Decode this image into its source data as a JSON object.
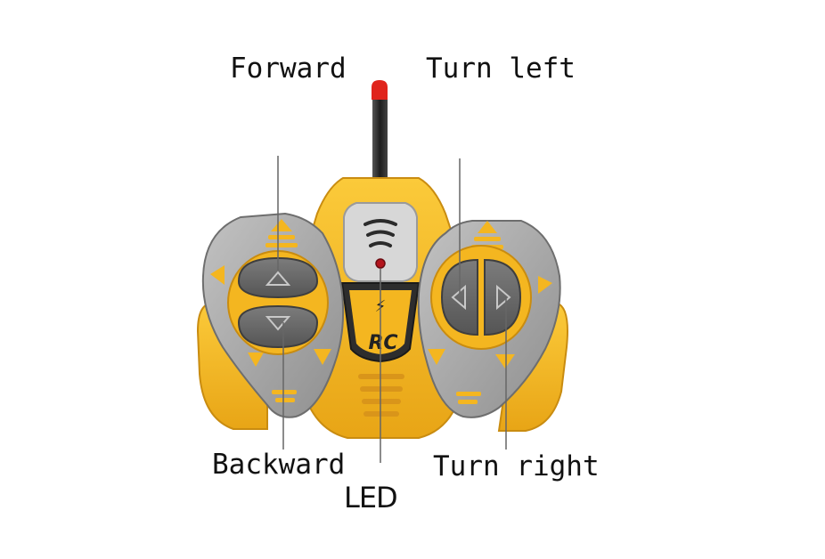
{
  "labels": {
    "forward": "Forward",
    "turn_left": "Turn left",
    "backward": "Backward",
    "led": "LED",
    "turn_right": "Turn right"
  },
  "device": {
    "logo_text": "RC",
    "body_color": "#f4b620",
    "panel_color": "#a9a9a9",
    "button_color": "#6e6e6e",
    "antenna_tip_color": "#e0241c",
    "led_color": "#b3141c"
  }
}
